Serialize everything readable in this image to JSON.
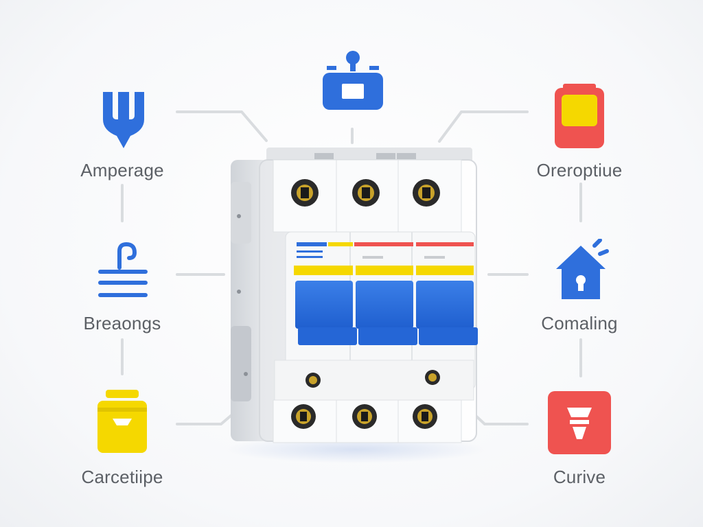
{
  "features": {
    "left": [
      {
        "label": "Amperage",
        "icon": "fork-icon",
        "color": "#2f6fdc"
      },
      {
        "label": "Breaongs",
        "icon": "waves-icon",
        "color": "#2f6fdc"
      },
      {
        "label": "Carcetiipe",
        "icon": "basket-icon",
        "color": "#f5d800"
      }
    ],
    "top": {
      "icon": "switch-icon",
      "color": "#2f6fdc"
    },
    "right": [
      {
        "label": "Oreroptiue",
        "icon": "battery-icon",
        "color": "#ef5350"
      },
      {
        "label": "Comaling",
        "icon": "house-icon",
        "color": "#2f6fdc"
      },
      {
        "label": "Curive",
        "icon": "bulb-icon",
        "color": "#ef5350"
      }
    ]
  },
  "breaker": {
    "poles": 3,
    "toggle_color": "#2f6fdc",
    "accent_yellow": "#f5d800",
    "accent_red": "#ef5350"
  }
}
